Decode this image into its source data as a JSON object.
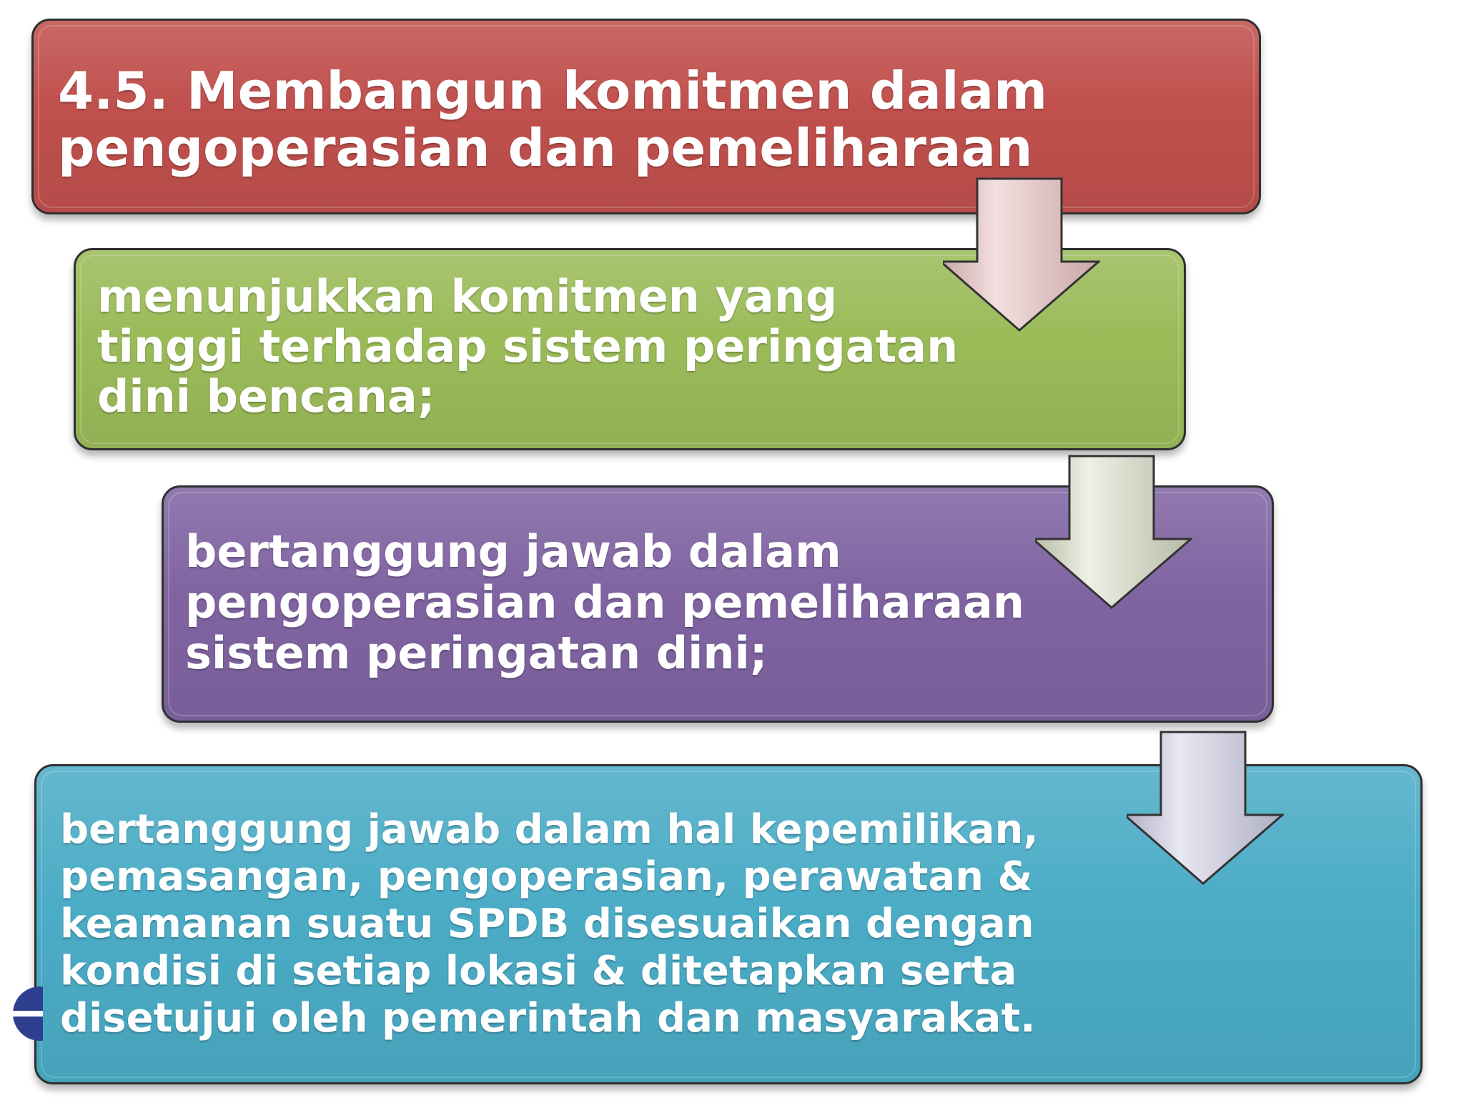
{
  "boxes": {
    "box1": {
      "text": "4.5.  Membangun komitmen dalam\npengoperasian dan pemeliharaan",
      "color": "#c0504d"
    },
    "box2": {
      "text": "menunjukkan komitmen yang\ntinggi terhadap sistem peringatan\ndini bencana;",
      "color": "#9bbb59"
    },
    "box3": {
      "text": "bertanggung jawab dalam\npengoperasian dan pemeliharaan\nsistem peringatan dini;",
      "color": "#8064a2"
    },
    "box4": {
      "text": "bertanggung jawab dalam hal kepemilikan,\npemasangan, pengoperasian, perawatan &\nkeamanan suatu SPDB disesuaikan dengan\nkondisi di setiap lokasi & ditetapkan serta\ndisetujui oleh pemerintah dan masyarakat.",
      "color": "#4bacc6"
    }
  },
  "arrows": [
    {
      "icon": "down-arrow-icon",
      "color": "#e6c9c9"
    },
    {
      "icon": "down-arrow-icon",
      "color": "#d9dccc"
    },
    {
      "icon": "down-arrow-icon",
      "color": "#d3d3e6"
    }
  ]
}
